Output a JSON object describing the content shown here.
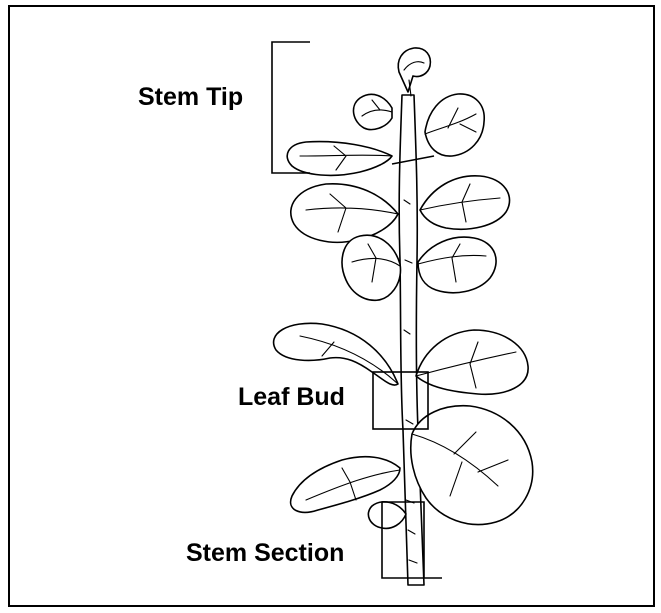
{
  "labels": {
    "stem_tip": "Stem Tip",
    "leaf_bud": "Leaf Bud",
    "stem_section": "Stem Section"
  },
  "colors": {
    "ink": "#000000",
    "background": "#ffffff"
  }
}
